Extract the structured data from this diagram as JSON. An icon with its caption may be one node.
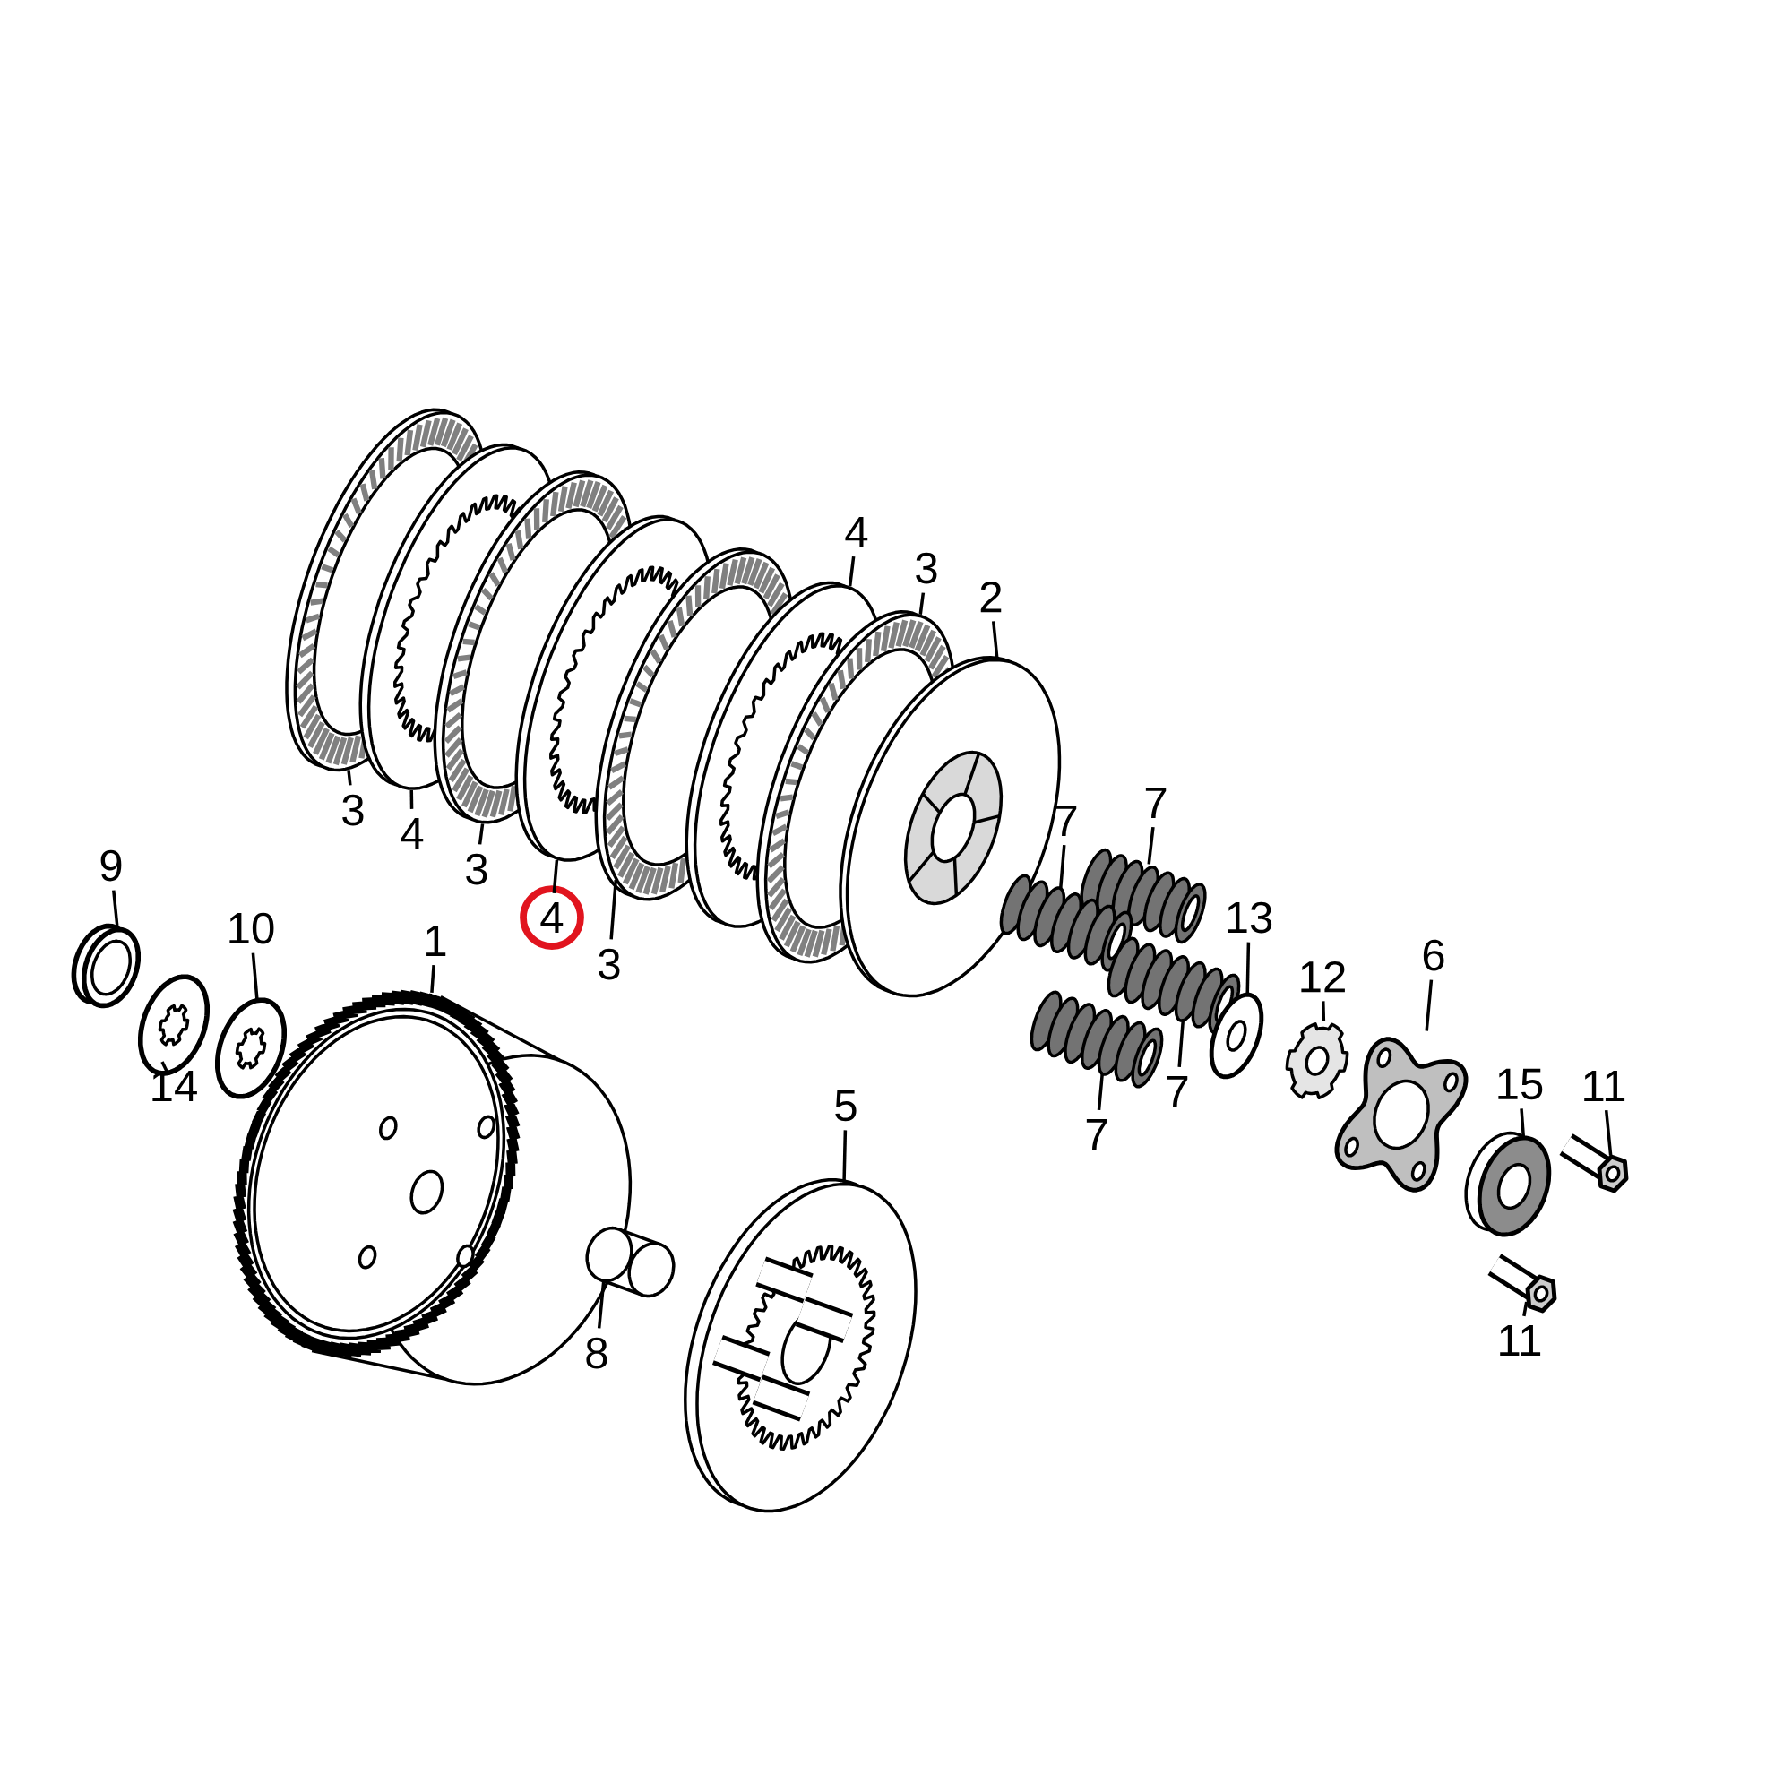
{
  "diagram": {
    "nodes": [
      {
        "text": [
          "3"
        ]
      },
      {
        "text": [
          "4"
        ]
      },
      {
        "text": [
          "3"
        ]
      },
      {
        "text": [
          "4"
        ]
      },
      {
        "text": [
          "3"
        ]
      },
      {
        "text": [
          "4"
        ]
      },
      {
        "text": [
          "3"
        ]
      },
      {
        "text": [
          "2"
        ]
      },
      {
        "text": [
          "7"
        ]
      },
      {
        "text": [
          "7"
        ]
      },
      {
        "text": [
          "7"
        ]
      },
      {
        "text": [
          "7"
        ]
      },
      {
        "text": [
          "13"
        ]
      },
      {
        "text": [
          "12"
        ]
      },
      {
        "text": [
          "6"
        ]
      },
      {
        "text": [
          "15"
        ]
      },
      {
        "text": [
          "11"
        ]
      },
      {
        "text": [
          "11"
        ]
      },
      {
        "text": [
          "9"
        ]
      },
      {
        "text": [
          "10"
        ]
      },
      {
        "text": [
          "14"
        ]
      },
      {
        "text": [
          "1"
        ]
      },
      {
        "text": [
          "8"
        ]
      },
      {
        "text": [
          "5"
        ]
      },
      {
        "text": [],
        "shape": "picture"
      },
      {
        "text": [],
        "shape": "picture"
      },
      {
        "text": [],
        "shape": "picture"
      },
      {
        "text": [],
        "shape": "picture"
      },
      {
        "text": [],
        "shape": "picture"
      },
      {
        "text": [],
        "shape": "picture"
      },
      {
        "text": [],
        "shape": "picture"
      },
      {
        "text": [],
        "shape": "picture"
      },
      {
        "text": [],
        "shape": "picture"
      },
      {
        "text": [],
        "shape": "picture"
      },
      {
        "text": [],
        "shape": "picture"
      },
      {
        "text": [],
        "shape": "picture"
      },
      {
        "text": [],
        "shape": "picture"
      },
      {
        "text": [],
        "shape": "picture"
      },
      {
        "text": [],
        "shape": "picture"
      },
      {
        "text": [],
        "shape": "picture"
      },
      {
        "text": [],
        "shape": "picture"
      },
      {
        "text": [],
        "shape": "picture"
      },
      {
        "text": [],
        "shape": "picture"
      },
      {
        "text": [],
        "shape": "picture"
      },
      {
        "text": [],
        "shape": "picture"
      },
      {
        "text": [],
        "shape": "picture"
      },
      {
        "text": [],
        "shape": "picture"
      },
      {
        "text": [],
        "shape": "picture"
      }
    ],
    "edges": [
      {
        "from": 0,
        "to": 24,
        "arrow": "none"
      },
      {
        "from": 1,
        "to": 25,
        "arrow": "none"
      },
      {
        "from": 2,
        "to": 26,
        "arrow": "none"
      },
      {
        "from": 3,
        "to": 27,
        "arrow": "none"
      },
      {
        "from": 4,
        "to": 28,
        "arrow": "none"
      },
      {
        "from": 5,
        "to": 29,
        "arrow": "none"
      },
      {
        "from": 6,
        "to": 30,
        "arrow": "none"
      },
      {
        "from": 7,
        "to": 31,
        "arrow": "none"
      },
      {
        "from": 8,
        "to": 32,
        "arrow": "none"
      },
      {
        "from": 9,
        "to": 33,
        "arrow": "none"
      },
      {
        "from": 10,
        "to": 34,
        "arrow": "none"
      },
      {
        "from": 11,
        "to": 35,
        "arrow": "none"
      },
      {
        "from": 12,
        "to": 36,
        "arrow": "none"
      },
      {
        "from": 13,
        "to": 37,
        "arrow": "none"
      },
      {
        "from": 14,
        "to": 38,
        "arrow": "none"
      },
      {
        "from": 15,
        "to": 39,
        "arrow": "none"
      },
      {
        "from": 16,
        "to": 40,
        "arrow": "none"
      },
      {
        "from": 17,
        "to": 41,
        "arrow": "none"
      },
      {
        "from": 18,
        "to": 42,
        "arrow": "none"
      },
      {
        "from": 19,
        "to": 43,
        "arrow": "none"
      },
      {
        "from": 20,
        "to": 44,
        "arrow": "none"
      },
      {
        "from": 21,
        "to": 45,
        "arrow": "none"
      },
      {
        "from": 22,
        "to": 46,
        "arrow": "none"
      },
      {
        "from": 23,
        "to": 47,
        "arrow": "none"
      }
    ]
  }
}
